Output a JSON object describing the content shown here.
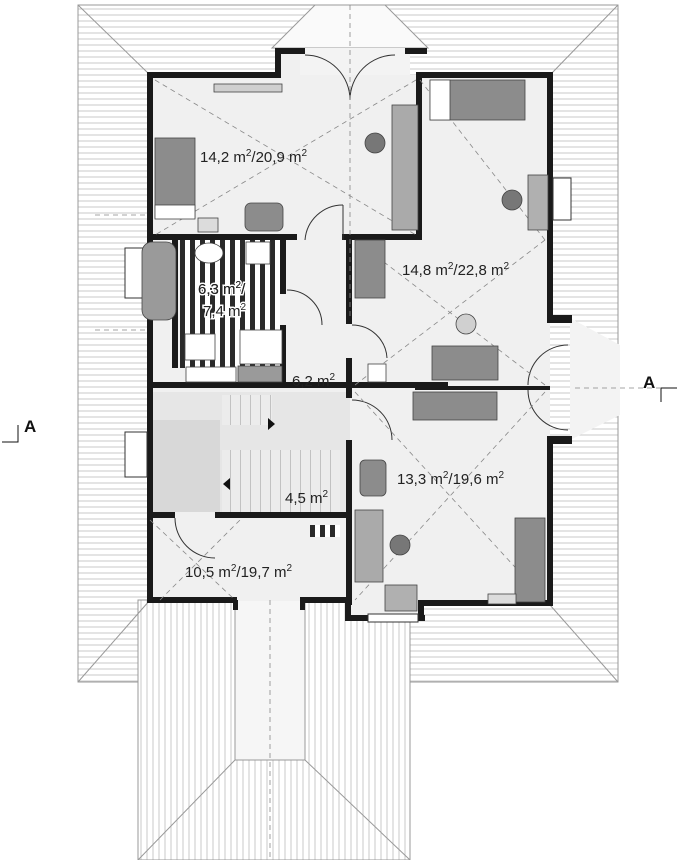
{
  "rooms": [
    {
      "id": "bedroom-nw",
      "area": "14,2 m",
      "sep": "/20,9 m"
    },
    {
      "id": "bedroom-ne",
      "area": "14,8 m",
      "sep": "/22,8 m"
    },
    {
      "id": "bathroom",
      "area_line1": "6,3 m",
      "area_line2": "7,4 m"
    },
    {
      "id": "hall",
      "area": "6,2 m"
    },
    {
      "id": "stairs",
      "area": "4,5 m"
    },
    {
      "id": "bedroom-se",
      "area": "13,3 m",
      "sep": "/19,6 m"
    },
    {
      "id": "landing-sw",
      "area": "10,5 m",
      "sep": "/19,7 m"
    }
  ],
  "units": {
    "square": "2"
  },
  "section": {
    "left": "A",
    "right": "A"
  },
  "colors": {
    "wall": "#1a1a1a",
    "floor": "#f0f0f0",
    "roof": "#ffffff",
    "roof_line": "#bdbdbd",
    "furniture": "#8c8c8c",
    "stair": "#dcdcdc"
  }
}
